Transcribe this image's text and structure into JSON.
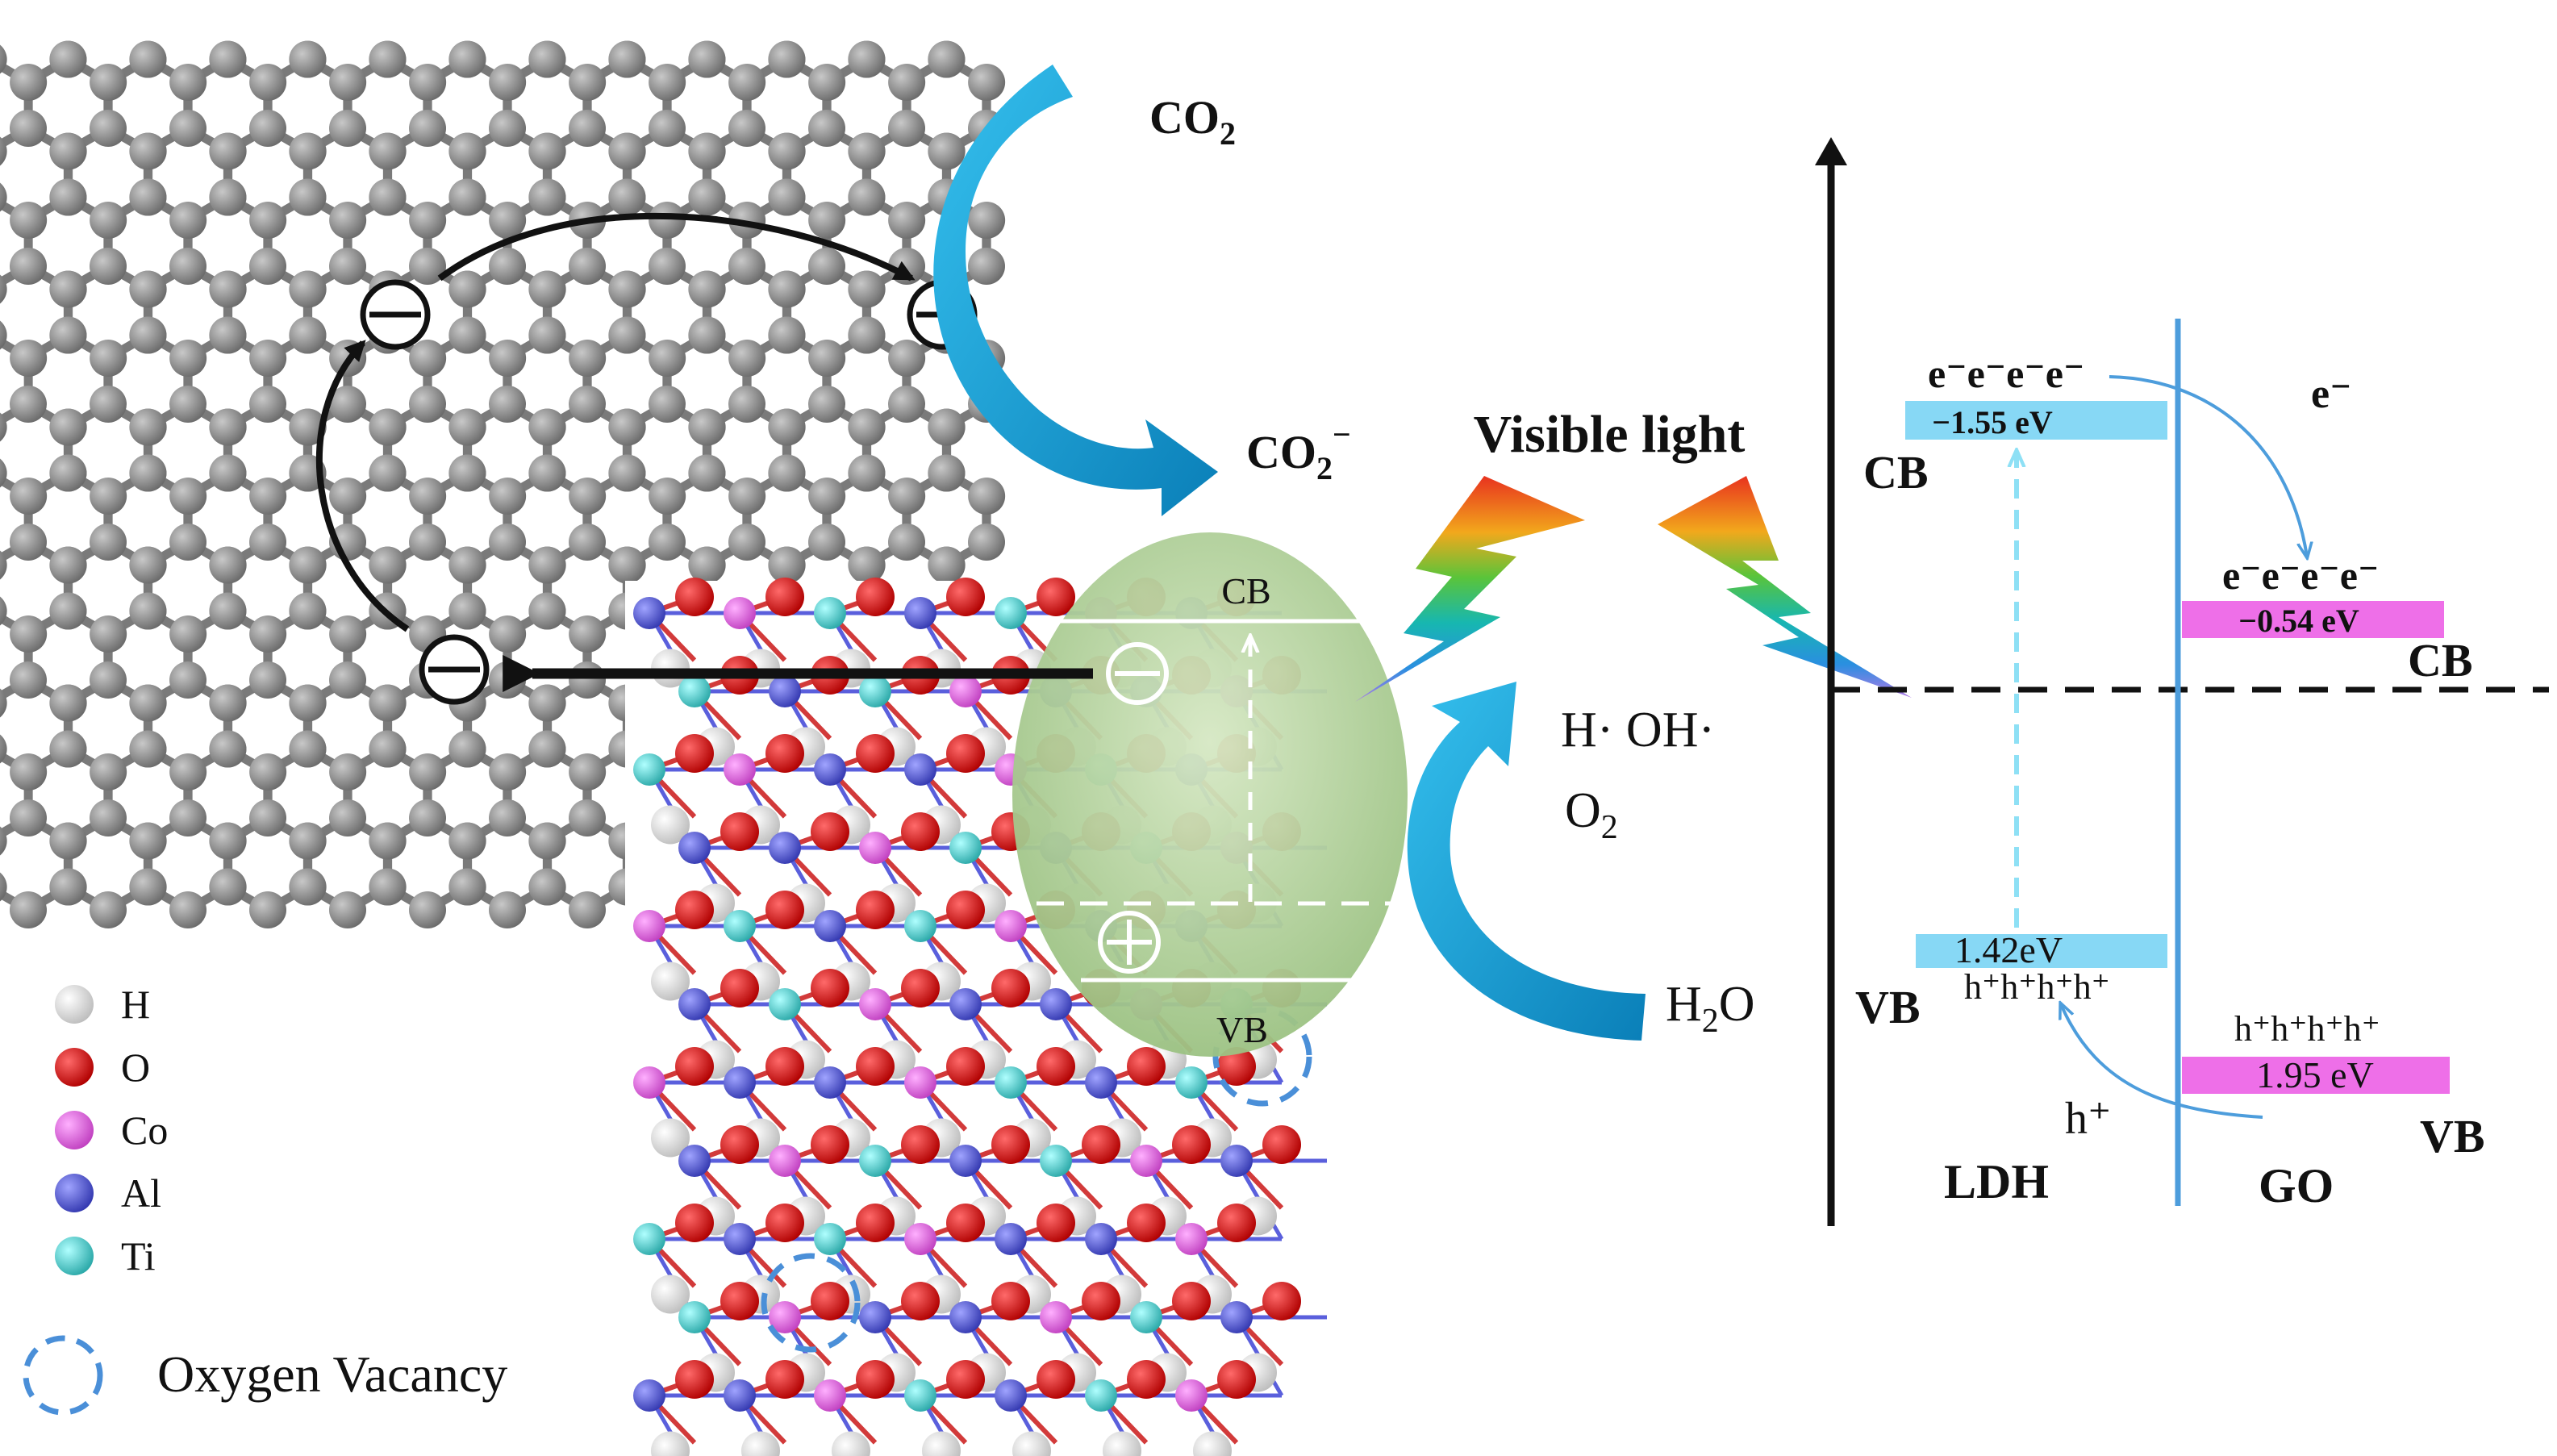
{
  "species": {
    "co2": "CO",
    "co2_sub": "2",
    "co2_minus": "CO",
    "co2_minus_sub": "2",
    "co2_minus_sup": "−",
    "radicals": "H·  OH·",
    "o2": "O",
    "o2_sub": "2",
    "h2o_h": "H",
    "h2o_sub": "2",
    "h2o_o": "O"
  },
  "light": {
    "label": "Visible light"
  },
  "particle": {
    "cb": "CB",
    "vb": "VB"
  },
  "legend": {
    "items": [
      {
        "label": "H",
        "color": "#ececec"
      },
      {
        "label": "O",
        "color": "#e01818"
      },
      {
        "label": "Co",
        "color": "#e36ee3"
      },
      {
        "label": "Al",
        "color": "#5a5fdc"
      },
      {
        "label": "Ti",
        "color": "#4fd0d0"
      }
    ],
    "vacancy": "Oxygen Vacancy"
  },
  "band_diagram": {
    "ldh": {
      "name": "LDH",
      "cb_label": "CB",
      "vb_label": "VB",
      "cb_value": "−1.55 eV",
      "vb_value": "1.42eV",
      "electrons": "e⁻e⁻e⁻e⁻",
      "holes": "h⁺h⁺h⁺h⁺",
      "bar_color": "#87d8f5"
    },
    "go": {
      "name": "GO",
      "cb_label": "CB",
      "vb_label": "VB",
      "cb_value": "−0.54 eV",
      "vb_value": "1.95 eV",
      "electrons": "e⁻e⁻e⁻e⁻",
      "holes": "h⁺h⁺h⁺h⁺",
      "bar_color": "#ee6fe8"
    },
    "electron_transfer": "e⁻",
    "hole_transfer": "h⁺"
  }
}
